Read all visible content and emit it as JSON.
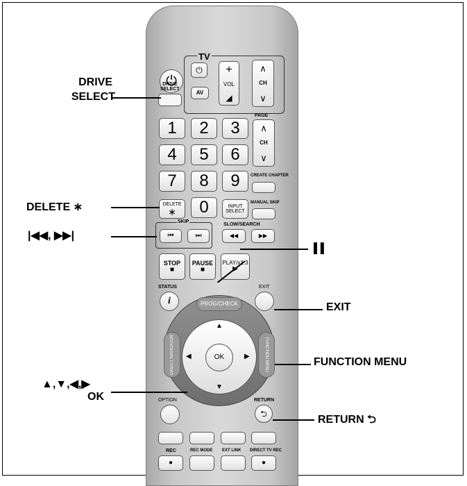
{
  "callouts": {
    "drive_select_line1": "DRIVE",
    "drive_select_line2": "SELECT",
    "delete": "DELETE ∗",
    "skip": "|◀◀, ▶▶|",
    "pause": "▌▌",
    "exit": "EXIT",
    "function_menu": "FUNCTION MENU",
    "arrows": "▲,▼,◀,▶",
    "ok": "OK",
    "return": "RETURN ⮌"
  },
  "remote": {
    "power_icon": "power-icon",
    "tv_label": "TV",
    "tv_power": "⏻",
    "vol_label": "VOL",
    "vol_plus": "+",
    "ch_label": "CH",
    "drive_select_line1": "DRIVE",
    "drive_select_line2": "SELECT",
    "av": "AV",
    "page_label": "PAGE",
    "numbers": [
      "1",
      "2",
      "3",
      "4",
      "5",
      "6",
      "7",
      "8",
      "9",
      "0"
    ],
    "create_chapter": "CREATE CHAPTER",
    "manual_skip": "MANUAL SKIP",
    "delete_label": "DELETE",
    "delete_star": "∗",
    "input_line1": "INPUT",
    "input_line2": "SELECT",
    "skip_label": "SKIP",
    "slow_search_label": "SLOW/SEARCH",
    "skip_prev": "⏮",
    "skip_next": "⏭",
    "slow_rev": "◀◀",
    "slow_fwd": "▶▶",
    "stop": "STOP",
    "pause": "PAUSE",
    "play": "PLAY/x1.3",
    "status": "STATUS",
    "status_i": "i",
    "exit": "EXIT",
    "prog_check": "PROG/CHECK",
    "direct_navigator": "DIRECT NAVIGATOR",
    "function_menu": "FUNCTION MENU",
    "ok": "OK",
    "option": "OPTION",
    "return": "RETURN",
    "rec": "REC",
    "rec_mode": "REC MODE",
    "ext_link": "EXT LINK",
    "direct_tv_rec": "DIRECT TV REC"
  }
}
